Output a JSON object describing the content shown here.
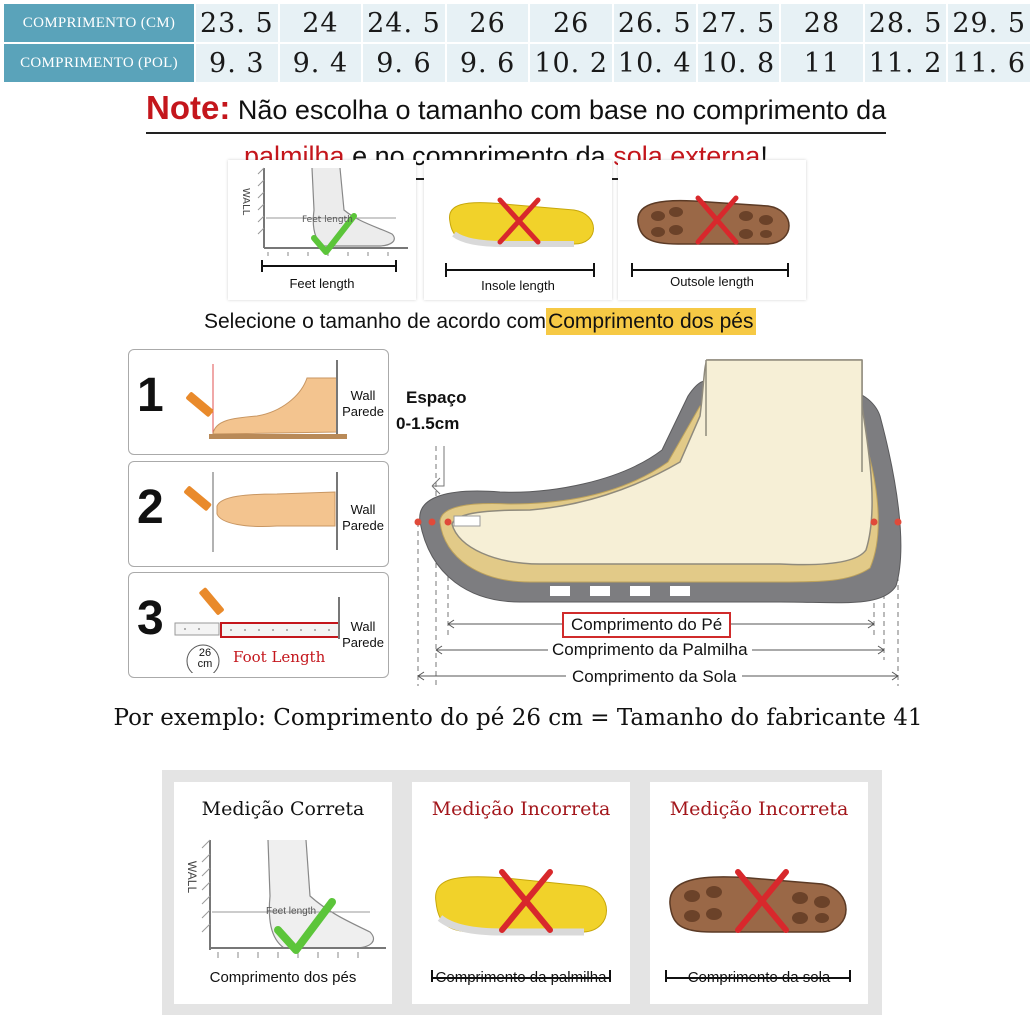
{
  "size_table": {
    "rows": [
      {
        "label": "COMPRIMENTO (CM)",
        "values": [
          "23. 5",
          "24",
          "24. 5",
          "26",
          "26",
          "26. 5",
          "27. 5",
          "28",
          "28. 5",
          "29. 5"
        ]
      },
      {
        "label": "COMPRIMENTO (POL)",
        "values": [
          "9. 3",
          "9. 4",
          "9. 6",
          "9. 6",
          "10. 2",
          "10. 4",
          "10. 8",
          "11",
          "11. 2",
          "11. 6"
        ]
      }
    ]
  },
  "note": {
    "prefix": "Note:",
    "line1": "Não escolha o tamanho com base no comprimento da",
    "insole_word": "palmilha",
    "middle": " e no comprimento da ",
    "outsole_word": "sola externa",
    "end": "!"
  },
  "top_panels": {
    "feet": {
      "caption": "Feet length",
      "tag": "Feet length",
      "wall": "WALL"
    },
    "insole": {
      "caption": "Insole length"
    },
    "outsole": {
      "caption": "Outsole length"
    }
  },
  "select_line": {
    "text": "Selecione o tamanho de acordo com",
    "highlight": "Comprimento dos pés"
  },
  "steps": [
    {
      "number": "1",
      "wall": "Wall",
      "parede": "Parede"
    },
    {
      "number": "2",
      "wall": "Wall",
      "parede": "Parede"
    },
    {
      "number": "3",
      "wall": "Wall",
      "parede": "Parede",
      "foot_length": "Foot Length",
      "cm_value": "26",
      "cm_unit": "cm"
    }
  ],
  "diagram": {
    "space_label": "Espaço",
    "space_value": "0-1.5cm",
    "foot_length": "Comprimento do Pé",
    "insole_length": "Comprimento da Palmilha",
    "sole_length": "Comprimento da Sola"
  },
  "example": "Por exemplo: Comprimento do pé 26 cm = Tamanho do fabricante 41",
  "bottom_cards": [
    {
      "title": "Medição Correta",
      "caption": "Comprimento dos pés",
      "tag": "Feet length",
      "wall": "WALL"
    },
    {
      "title": "Medição Incorreta",
      "caption": "Comprimento da palmilha"
    },
    {
      "title": "Medição Incorreta",
      "caption": "Comprimento da sola"
    }
  ],
  "colors": {
    "table_header": "#5aa3ba",
    "table_cell": "#e7f1f5",
    "note_red": "#c4161c",
    "highlight": "#f6c945",
    "check_green": "#5cc53a",
    "cross_red": "#d8282c"
  }
}
